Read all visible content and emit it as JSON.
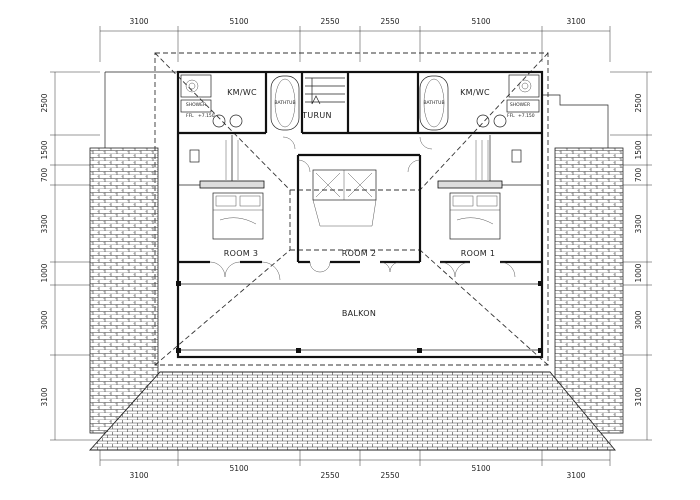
{
  "dimensions": {
    "top": [
      "3100",
      "5100",
      "2550",
      "2550",
      "5100",
      "3100"
    ],
    "bottom": [
      "3100",
      "5100",
      "2550",
      "2550",
      "5100",
      "3100"
    ],
    "left": [
      "2500",
      "1500",
      "700",
      "3300",
      "1000",
      "3000",
      "3100"
    ],
    "right": [
      "2500",
      "1500",
      "700",
      "3300",
      "1000",
      "3000",
      "3100"
    ]
  },
  "rooms": {
    "kmwc_left": "KM/WC",
    "kmwc_right": "KM/WC",
    "bathtub_left": "BATHTUB",
    "bathtub_right": "BATHTUB",
    "shower_left": "SHOWER",
    "shower_right": "SHOWER",
    "fl_left": "FFL",
    "fl_right": "FFL",
    "level_left": "+7.150",
    "level_right": "+7.150",
    "stair": "TURUN",
    "room1": "ROOM 1",
    "room2": "ROOM 2",
    "room3": "ROOM 3",
    "balcony": "BALKON"
  }
}
